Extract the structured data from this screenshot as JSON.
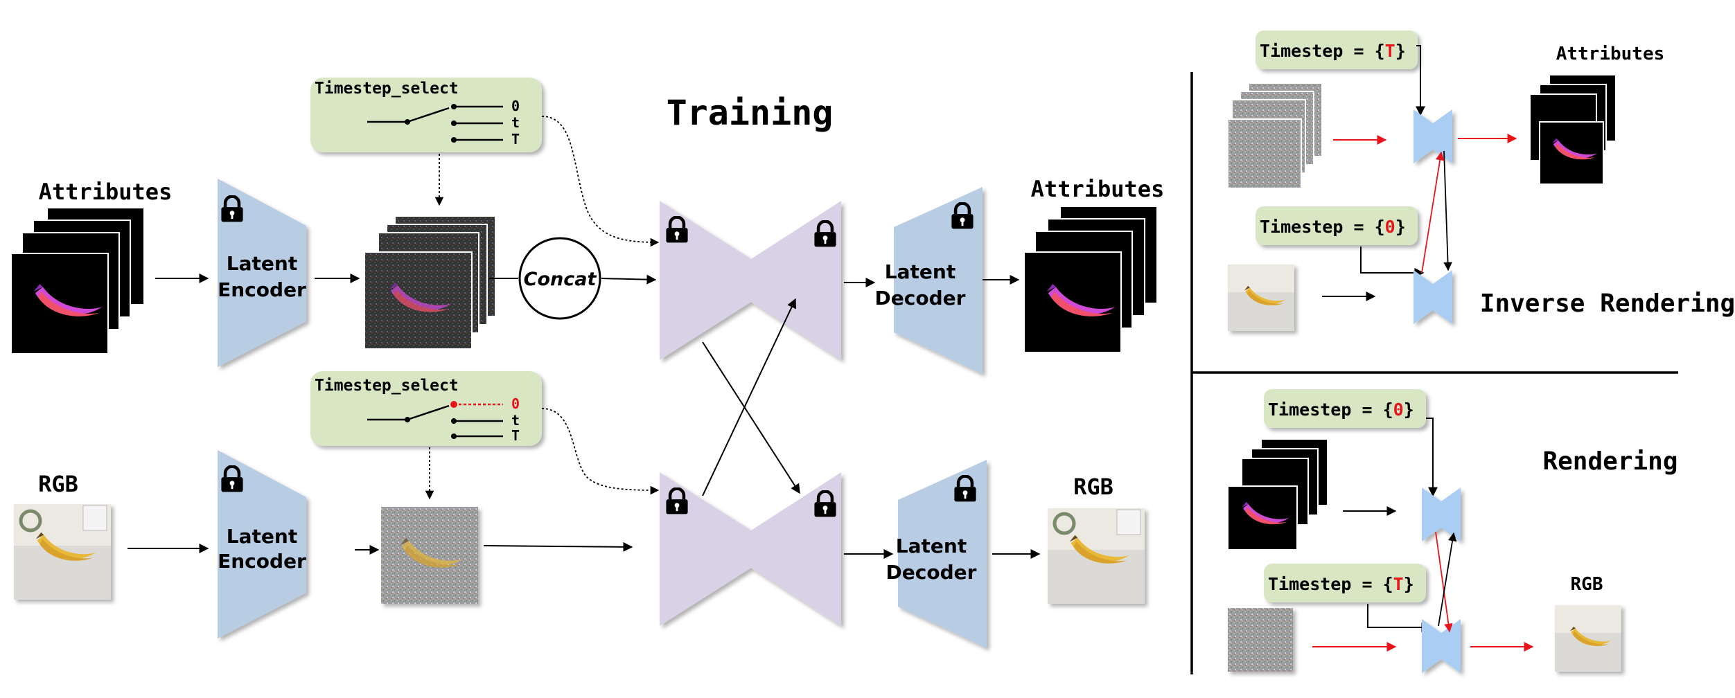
{
  "training": {
    "title": "Training",
    "top_attributes_label": "Attributes",
    "bottom_rgb_label": "RGB",
    "encoder_label_top": [
      "Latent",
      "Encoder"
    ],
    "encoder_label_bottom": [
      "Latent",
      "Encoder"
    ],
    "decoder_label_top": [
      "Latent",
      "Decoder"
    ],
    "decoder_label_bottom": [
      "Latent",
      "Decoder"
    ],
    "concat_label": "Concat",
    "output_attributes_label": "Attributes",
    "output_rgb_label": "RGB",
    "timestep_select_top": {
      "label": "Timestep_select",
      "options": [
        "0",
        "t",
        "T"
      ]
    },
    "timestep_select_bottom": {
      "label": "Timestep_select",
      "options": [
        "0",
        "t",
        "T"
      ]
    }
  },
  "inverse_rendering": {
    "title": "Inverse Rendering",
    "attributes_label": "Attributes",
    "timestep_top": {
      "prefix": "Timestep = {",
      "value": "T",
      "suffix": "}"
    },
    "timestep_bottom": {
      "prefix": "Timestep = {",
      "value": "0",
      "suffix": "}"
    }
  },
  "rendering": {
    "title": "Rendering",
    "rgb_label": "RGB",
    "timestep_top": {
      "prefix": "Timestep = {",
      "value": "0",
      "suffix": "}"
    },
    "timestep_bottom": {
      "prefix": "Timestep = {",
      "value": "T",
      "suffix": "}"
    }
  },
  "colors": {
    "encoder_blue": "#b8cce4",
    "unet_purple": "#d9d2e6",
    "unet_blue": "#a9cdf3",
    "timestep_green": "#d8e6c4",
    "highlight_red": "#e8141b"
  }
}
